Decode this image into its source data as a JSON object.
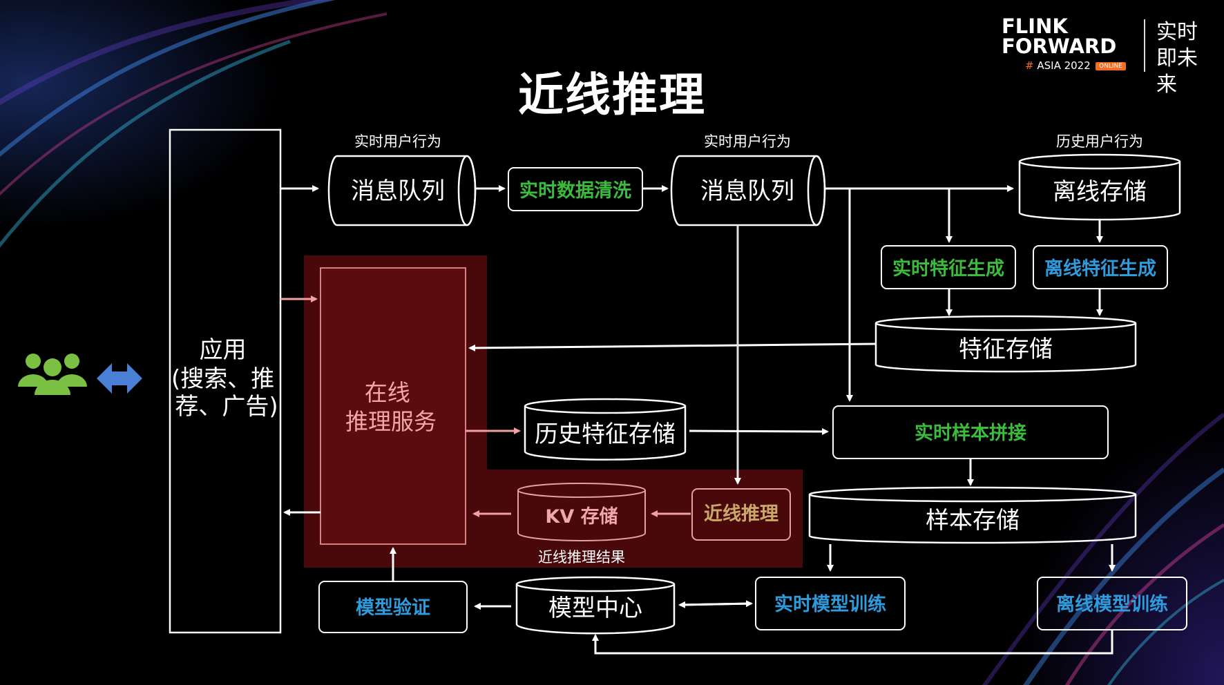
{
  "title": "近线推理",
  "logo": {
    "line1": "FLINK",
    "line2": "FORWARD",
    "event": "ASIA 2022",
    "badge": "ONLINE",
    "slogan": "实时即未来"
  },
  "labels": {
    "rt_behavior": "实时用户行为",
    "hist_behavior": "历史用户行为",
    "nearline_result": "近线推理结果"
  },
  "nodes": {
    "app_line1": "应用",
    "app_line2": "(搜索、推",
    "app_line3": "荐、广告)",
    "queue1": "消息队列",
    "rt_cleaning": "实时数据清洗",
    "queue2": "消息队列",
    "offline_storage": "离线存储",
    "rt_feature_gen": "实时特征生成",
    "off_feature_gen": "离线特征生成",
    "feature_storage": "特征存储",
    "online_inference_line1": "在线",
    "online_inference_line2": "推理服务",
    "hist_feature_storage": "历史特征存储",
    "rt_sample_join": "实时样本拼接",
    "sample_storage": "样本存储",
    "kv_storage": "KV 存储",
    "nearline_inference": "近线推理",
    "model_validation": "模型验证",
    "model_center": "模型中心",
    "rt_model_training": "实时模型训练",
    "off_model_training": "离线模型训练"
  },
  "colors": {
    "green_text": "#3cbc3c",
    "blue_text": "#2f9bdc",
    "highlight_region": "#4d0a0c",
    "pink_text": "#f1a8a8",
    "accent_orange": "#f36c21"
  },
  "icons": [
    "users-icon",
    "bidirectional-arrow-icon"
  ]
}
